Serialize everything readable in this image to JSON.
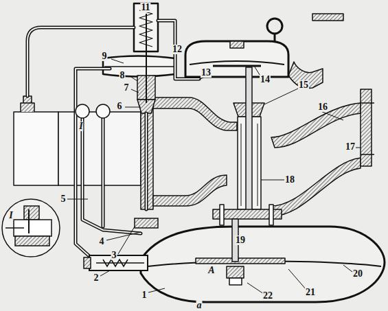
{
  "diagram": {
    "labels": [
      "11",
      "9",
      "8",
      "12",
      "7",
      "13",
      "14",
      "6",
      "15",
      "16",
      "I",
      "17",
      "18",
      "5",
      "I",
      "4",
      "3",
      "19",
      "2",
      "A",
      "20",
      "1",
      "22",
      "21",
      "a"
    ]
  }
}
